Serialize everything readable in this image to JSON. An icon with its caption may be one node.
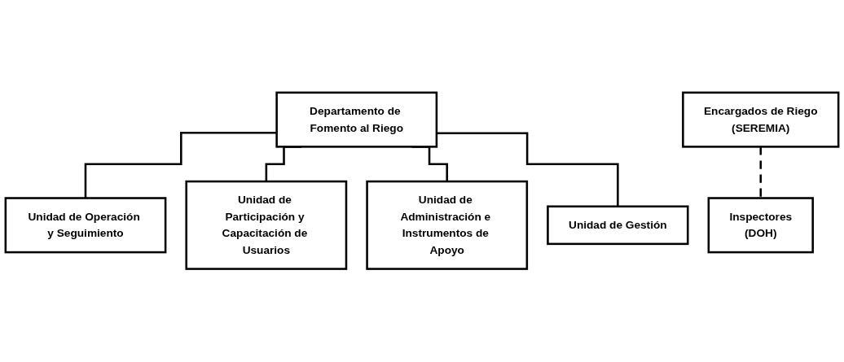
{
  "diagram": {
    "nodes": [
      {
        "text": [
          "Departamento de Fomento al Riego"
        ]
      },
      {
        "text": [
          "Encargados de Riego",
          "(SEREMIA)"
        ]
      },
      {
        "text": [
          "Inspectores",
          "(DOH)"
        ]
      },
      {
        "text": [
          "Unidad de Operación y Seguimiento"
        ]
      },
      {
        "text": [
          "Unidad de Participación y Capacitación de Usuarios"
        ]
      },
      {
        "text": [
          "Unidad de Administración e Instrumentos de Apoyo"
        ]
      },
      {
        "text": [
          "Unidad de Gestión"
        ]
      }
    ],
    "edges": [
      {
        "from": 0,
        "to": 3,
        "arrow": "none"
      },
      {
        "from": 0,
        "to": 4,
        "arrow": "none"
      },
      {
        "from": 0,
        "to": 5,
        "arrow": "none"
      },
      {
        "from": 0,
        "to": 6,
        "arrow": "none"
      },
      {
        "from": 1,
        "to": 2,
        "arrow": "none",
        "style": "dashed"
      }
    ]
  }
}
